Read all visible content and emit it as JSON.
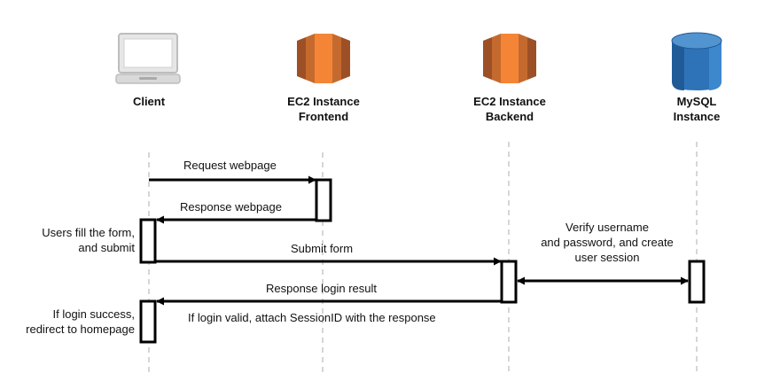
{
  "participants": [
    {
      "id": "client",
      "label": "Client",
      "icon": "desktop-computer-icon"
    },
    {
      "id": "frontend",
      "label": "EC2 Instance\nFrontend",
      "icon": "aws-ec2-icon"
    },
    {
      "id": "backend",
      "label": "EC2 Instance\nBackend",
      "icon": "aws-ec2-icon"
    },
    {
      "id": "mysql",
      "label": "MySQL\nInstance",
      "icon": "mysql-database-icon"
    }
  ],
  "messages": [
    {
      "from": "client",
      "to": "frontend",
      "label": "Request webpage"
    },
    {
      "from": "frontend",
      "to": "client",
      "label": "Response webpage"
    },
    {
      "from": "client",
      "to": "backend",
      "label": "Submit form"
    },
    {
      "from": "backend",
      "to": "mysql",
      "label": "Verify username\nand password, and create\nuser session",
      "bidirectional": true
    },
    {
      "from": "backend",
      "to": "client",
      "label": "Response login result"
    }
  ],
  "notes": {
    "fill_form": "Users fill the form,\nand submit",
    "login_success": "If login success,\nredirect to homepage",
    "session_note": "If login valid, attach SessionID with the response"
  },
  "colors": {
    "ec2_orange": "#F58536",
    "ec2_orange_dark": "#9D5025",
    "mysql_blue": "#2E73B8",
    "mysql_blue_dark": "#205B98",
    "lifeline": "#c8c8c8",
    "arrow": "#000000",
    "computer_gray": "#d9d9d9"
  }
}
